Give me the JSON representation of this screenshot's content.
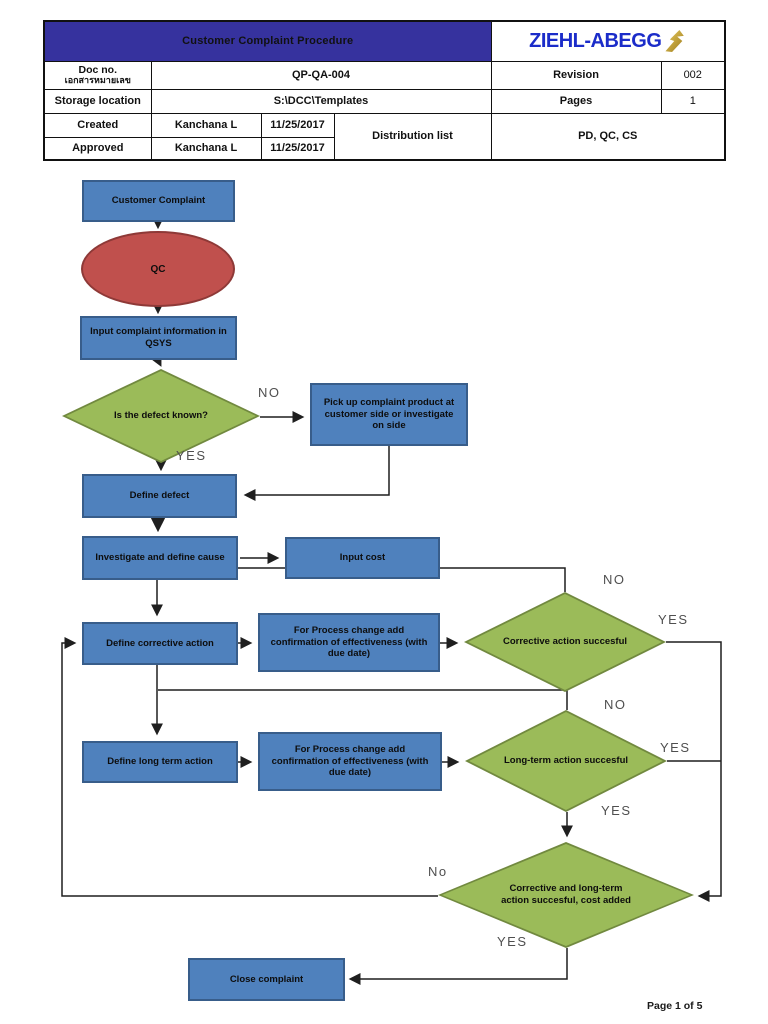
{
  "header": {
    "title": "Customer Complaint Procedure",
    "logo_text": "ZIEHL-ABEGG",
    "doc_no_label": "Doc no.",
    "doc_no_label_thai": "เอกสารหมายเลข",
    "doc_no_value": "QP-QA-004",
    "revision_label": "Revision",
    "revision_value": "002",
    "storage_label": "Storage location",
    "storage_value": "S:\\DCC\\Templates",
    "pages_label": "Pages",
    "pages_value": "1",
    "created_label": "Created",
    "created_by": "Kanchana L",
    "created_date": "11/25/2017",
    "approved_label": "Approved",
    "approved_by": "Kanchana L",
    "approved_date": "11/25/2017",
    "distribution_label": "Distribution list",
    "distribution_value": "PD, QC, CS"
  },
  "flowchart": {
    "nodes": {
      "customer_complaint": "Customer Complaint",
      "qc": "QC",
      "input_complaint": "Input complaint information in QSYS",
      "defect_known": "Is the defect known?",
      "pickup": "Pick up complaint product at customer side or investigate on side",
      "define_defect": "Define defect",
      "investigate_cause": "Investigate and define cause",
      "input_cost": "Input cost",
      "define_corrective": "Define corrective action",
      "process_change_1": "For Process change add confirmation of effectiveness (with due date)",
      "corrective_successful": "Corrective action succesful",
      "define_longterm": "Define long term action",
      "process_change_2": "For Process change add confirmation of effectiveness (with due date)",
      "longterm_successful": "Long-term action succesful",
      "both_successful": "Corrective and long-term action succesful, cost added",
      "close_complaint": "Close complaint"
    },
    "labels": {
      "defect_no": "NO",
      "defect_yes": "YES",
      "corrective_no": "NO",
      "corrective_yes": "YES",
      "longterm_no": "NO",
      "longterm_yes": "YES",
      "longterm_yes_down": "YES",
      "both_no": "No",
      "both_yes": "YES"
    }
  },
  "footer": {
    "page_indicator": "Page 1 of 5"
  },
  "colors": {
    "header_bar": "#36329E",
    "logo_blue": "#1B2CC9",
    "logo_gold": "#C9A227",
    "process_fill": "#4F81BD",
    "process_border": "#385D8A",
    "decision_fill": "#9BBB59",
    "decision_border": "#71893F",
    "terminator_fill": "#C0504D",
    "terminator_border": "#8E3937"
  }
}
